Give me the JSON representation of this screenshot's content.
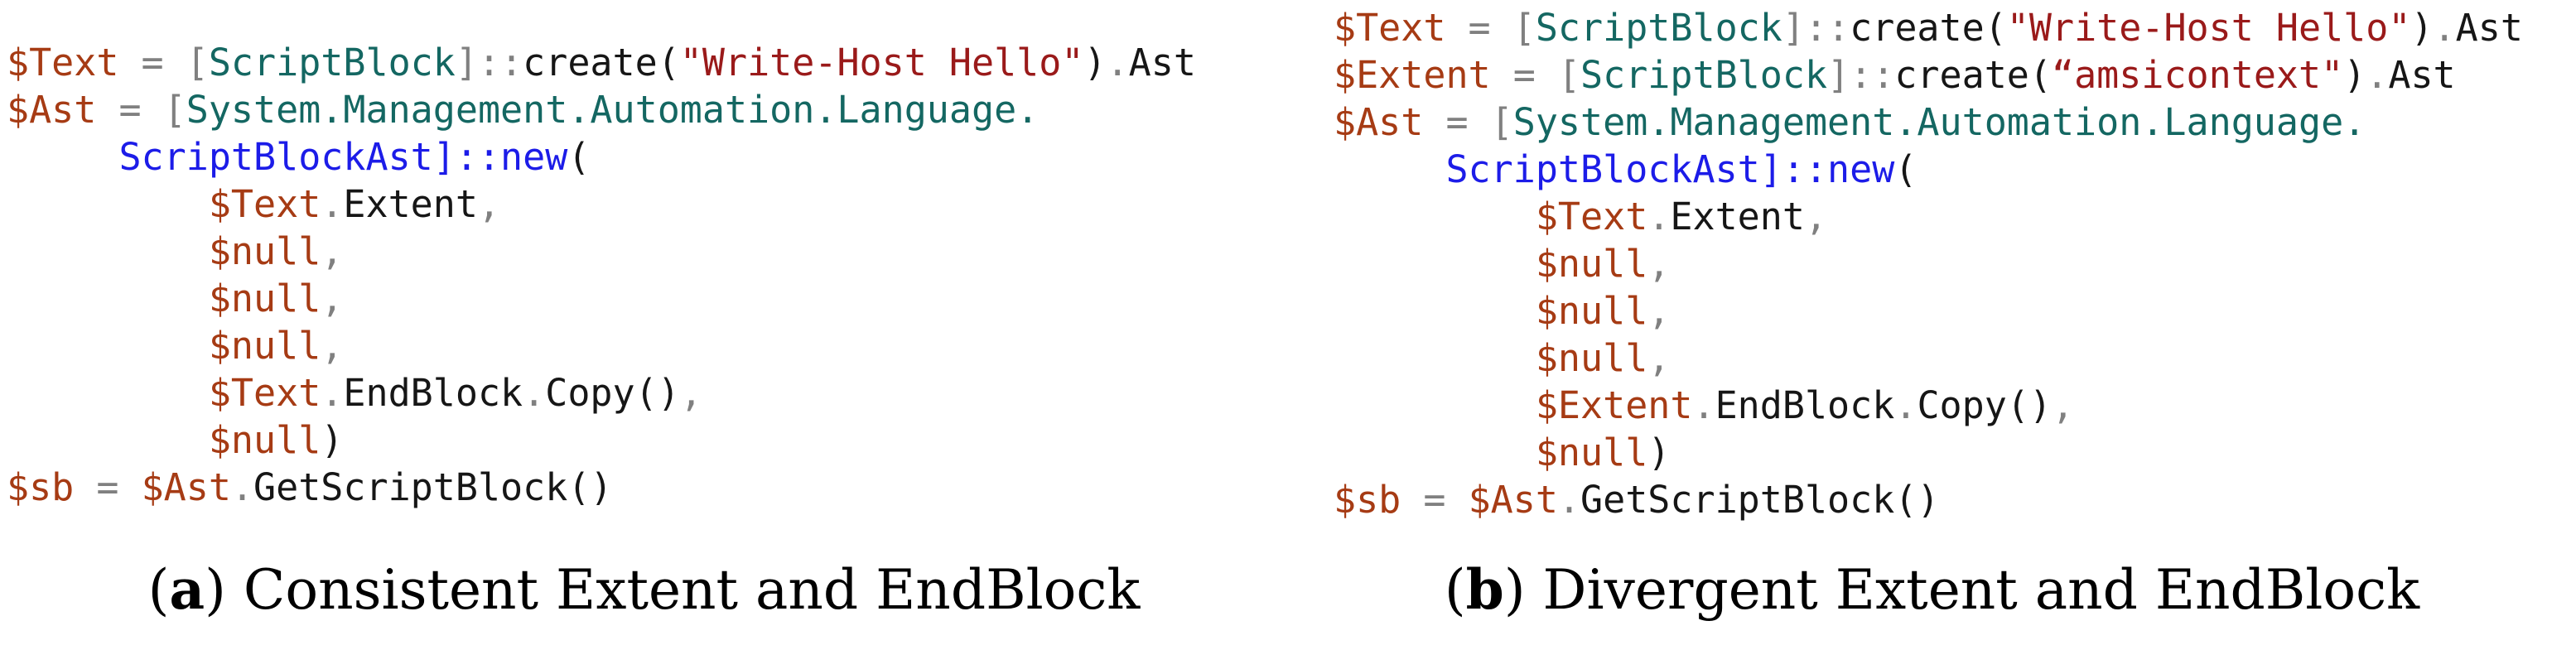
{
  "figure": {
    "colors": {
      "variable": "#A63B14",
      "type": "#146762",
      "keyword": "#1C1CE8",
      "string": "#9A1A1A",
      "operator": "#808080",
      "plain": "#161616"
    },
    "panels": [
      {
        "id": "a",
        "caption": {
          "open": "(",
          "label": "a",
          "close": ")",
          "text": "Consistent Extent and EndBlock"
        },
        "code": [
          [
            {
              "c": "v",
              "t": "$Text"
            },
            {
              "c": "o",
              "t": " = "
            },
            {
              "c": "o",
              "t": "["
            },
            {
              "c": "t",
              "t": "ScriptBlock"
            },
            {
              "c": "o",
              "t": "]::"
            },
            {
              "c": "p",
              "t": "create("
            },
            {
              "c": "s",
              "t": "\"Write-Host Hello\""
            },
            {
              "c": "p",
              "t": ")"
            },
            {
              "c": "o",
              "t": "."
            },
            {
              "c": "p",
              "t": "Ast"
            }
          ],
          [
            {
              "c": "v",
              "t": "$Ast"
            },
            {
              "c": "o",
              "t": " = "
            },
            {
              "c": "o",
              "t": "["
            },
            {
              "c": "t",
              "t": "System.Management.Automation.Language."
            }
          ],
          [
            {
              "c": "p",
              "t": "     "
            },
            {
              "c": "k",
              "t": "ScriptBlockAst]::new"
            },
            {
              "c": "p",
              "t": "("
            }
          ],
          [
            {
              "c": "p",
              "t": "         "
            },
            {
              "c": "v",
              "t": "$Text"
            },
            {
              "c": "o",
              "t": "."
            },
            {
              "c": "p",
              "t": "Extent"
            },
            {
              "c": "o",
              "t": ","
            }
          ],
          [
            {
              "c": "p",
              "t": "         "
            },
            {
              "c": "v",
              "t": "$null"
            },
            {
              "c": "o",
              "t": ","
            }
          ],
          [
            {
              "c": "p",
              "t": "         "
            },
            {
              "c": "v",
              "t": "$null"
            },
            {
              "c": "o",
              "t": ","
            }
          ],
          [
            {
              "c": "p",
              "t": "         "
            },
            {
              "c": "v",
              "t": "$null"
            },
            {
              "c": "o",
              "t": ","
            }
          ],
          [
            {
              "c": "p",
              "t": "         "
            },
            {
              "c": "v",
              "t": "$Text"
            },
            {
              "c": "o",
              "t": "."
            },
            {
              "c": "p",
              "t": "EndBlock"
            },
            {
              "c": "o",
              "t": "."
            },
            {
              "c": "p",
              "t": "Copy()"
            },
            {
              "c": "o",
              "t": ","
            }
          ],
          [
            {
              "c": "p",
              "t": "         "
            },
            {
              "c": "v",
              "t": "$null"
            },
            {
              "c": "p",
              "t": ")"
            }
          ],
          [
            {
              "c": "v",
              "t": "$sb"
            },
            {
              "c": "o",
              "t": " = "
            },
            {
              "c": "v",
              "t": "$Ast"
            },
            {
              "c": "o",
              "t": "."
            },
            {
              "c": "p",
              "t": "GetScriptBlock()"
            }
          ]
        ]
      },
      {
        "id": "b",
        "caption": {
          "open": "(",
          "label": "b",
          "close": ")",
          "text": "Divergent Extent and EndBlock"
        },
        "code": [
          [
            {
              "c": "v",
              "t": "$Text"
            },
            {
              "c": "o",
              "t": " = "
            },
            {
              "c": "o",
              "t": "["
            },
            {
              "c": "t",
              "t": "ScriptBlock"
            },
            {
              "c": "o",
              "t": "]::"
            },
            {
              "c": "p",
              "t": "create("
            },
            {
              "c": "s",
              "t": "\"Write-Host Hello\""
            },
            {
              "c": "p",
              "t": ")"
            },
            {
              "c": "o",
              "t": "."
            },
            {
              "c": "p",
              "t": "Ast"
            }
          ],
          [
            {
              "c": "v",
              "t": "$Extent"
            },
            {
              "c": "o",
              "t": " = "
            },
            {
              "c": "o",
              "t": "["
            },
            {
              "c": "t",
              "t": "ScriptBlock"
            },
            {
              "c": "o",
              "t": "]::"
            },
            {
              "c": "p",
              "t": "create("
            },
            {
              "c": "s",
              "t": "“amsicontext\""
            },
            {
              "c": "p",
              "t": ")"
            },
            {
              "c": "o",
              "t": "."
            },
            {
              "c": "p",
              "t": "Ast"
            }
          ],
          [
            {
              "c": "v",
              "t": "$Ast"
            },
            {
              "c": "o",
              "t": " = "
            },
            {
              "c": "o",
              "t": "["
            },
            {
              "c": "t",
              "t": "System.Management.Automation.Language."
            }
          ],
          [
            {
              "c": "p",
              "t": "     "
            },
            {
              "c": "k",
              "t": "ScriptBlockAst]::new"
            },
            {
              "c": "p",
              "t": "("
            }
          ],
          [
            {
              "c": "p",
              "t": "         "
            },
            {
              "c": "v",
              "t": "$Text"
            },
            {
              "c": "o",
              "t": "."
            },
            {
              "c": "p",
              "t": "Extent"
            },
            {
              "c": "o",
              "t": ","
            }
          ],
          [
            {
              "c": "p",
              "t": "         "
            },
            {
              "c": "v",
              "t": "$null"
            },
            {
              "c": "o",
              "t": ","
            }
          ],
          [
            {
              "c": "p",
              "t": "         "
            },
            {
              "c": "v",
              "t": "$null"
            },
            {
              "c": "o",
              "t": ","
            }
          ],
          [
            {
              "c": "p",
              "t": "         "
            },
            {
              "c": "v",
              "t": "$null"
            },
            {
              "c": "o",
              "t": ","
            }
          ],
          [
            {
              "c": "p",
              "t": "         "
            },
            {
              "c": "v",
              "t": "$Extent"
            },
            {
              "c": "o",
              "t": "."
            },
            {
              "c": "p",
              "t": "EndBlock"
            },
            {
              "c": "o",
              "t": "."
            },
            {
              "c": "p",
              "t": "Copy()"
            },
            {
              "c": "o",
              "t": ","
            }
          ],
          [
            {
              "c": "p",
              "t": "         "
            },
            {
              "c": "v",
              "t": "$null"
            },
            {
              "c": "p",
              "t": ")"
            }
          ],
          [
            {
              "c": "v",
              "t": "$sb"
            },
            {
              "c": "o",
              "t": " = "
            },
            {
              "c": "v",
              "t": "$Ast"
            },
            {
              "c": "o",
              "t": "."
            },
            {
              "c": "p",
              "t": "GetScriptBlock()"
            }
          ]
        ]
      }
    ]
  }
}
